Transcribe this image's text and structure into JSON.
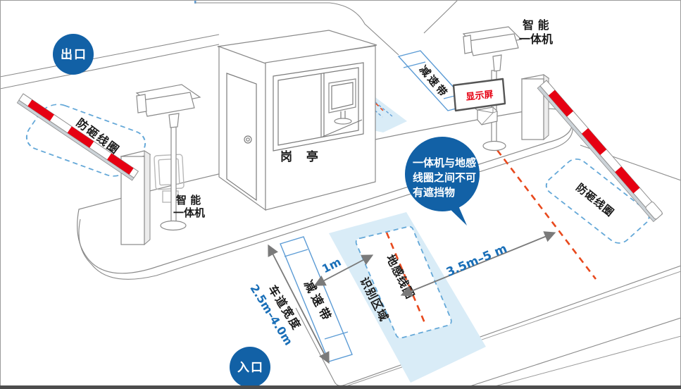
{
  "diagram": {
    "badges": {
      "exit": "出口",
      "entrance": "入口"
    },
    "booth_label": "岗 亭",
    "exit_machine": {
      "line1": "智 能",
      "line2": "一体机"
    },
    "entrance_machine": {
      "line1": "智 能",
      "line2": "一体机"
    },
    "display_screen": "显示屏",
    "speed_bumps": {
      "exit": "减速带",
      "entrance": "减速带"
    },
    "anti_smash": {
      "exit": "防砸线圈",
      "entrance": "防砸线圈"
    },
    "ground_coil": "地感线圈",
    "recognition_area": "识别区域",
    "callout": {
      "line1": "一体机与地感",
      "line2": "线圈之间不可",
      "line3": "有遮挡物"
    },
    "measurements": {
      "bump_to_coil": "1m",
      "machine_to_coil": "3.5m–5 m",
      "lane_width_label": "车道宽度",
      "lane_width_value": "2.5m–4.0m"
    },
    "colors": {
      "brand-blue": "#1261a6",
      "stripe-red": "#e60012",
      "dash-red": "#e8491d",
      "dash-blue": "#64a8d8",
      "strip-blue": "#5b9bd5",
      "area-blue": "#d9ecf7",
      "measure-blue": "#1a6fb8",
      "line-gray": "#8a8a8a",
      "text-dark": "#1a1a1a"
    }
  }
}
